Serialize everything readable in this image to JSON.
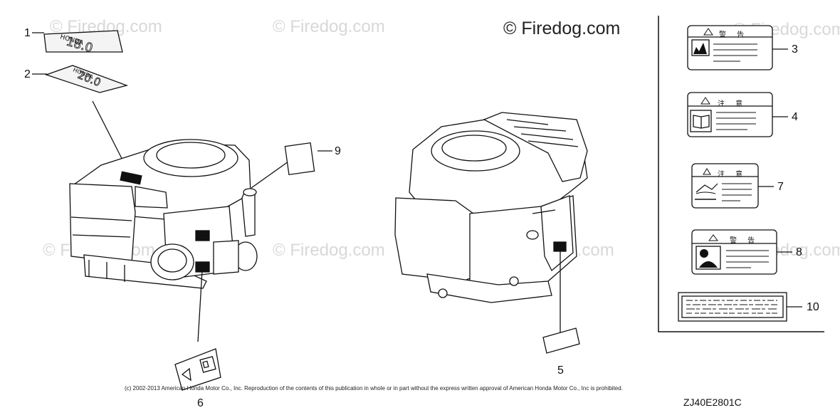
{
  "watermark_text": "© Firedog.com",
  "brand_text": "© Firedog.com",
  "callouts": {
    "c1": "1",
    "c2": "2",
    "c3": "3",
    "c4": "4",
    "c5": "5",
    "c6": "6",
    "c7": "7",
    "c8": "8",
    "c9": "9",
    "c10": "10"
  },
  "decal_18": {
    "brand": "HONDA",
    "model": "18.0"
  },
  "decal_20": {
    "brand": "HONDA",
    "model": "20.0"
  },
  "label_3": {
    "heading": "警 告"
  },
  "label_4": {
    "heading": "注 意"
  },
  "label_7": {
    "heading": "注 意"
  },
  "label_8": {
    "heading": "警 告"
  },
  "copyright": "(c) 2002-2013 American Honda Motor Co., Inc. Reproduction of the contents of this publication in whole or in part without the express written approval of American Honda Motor Co., Inc is prohibited.",
  "diagram_id": "ZJ40E2801C"
}
